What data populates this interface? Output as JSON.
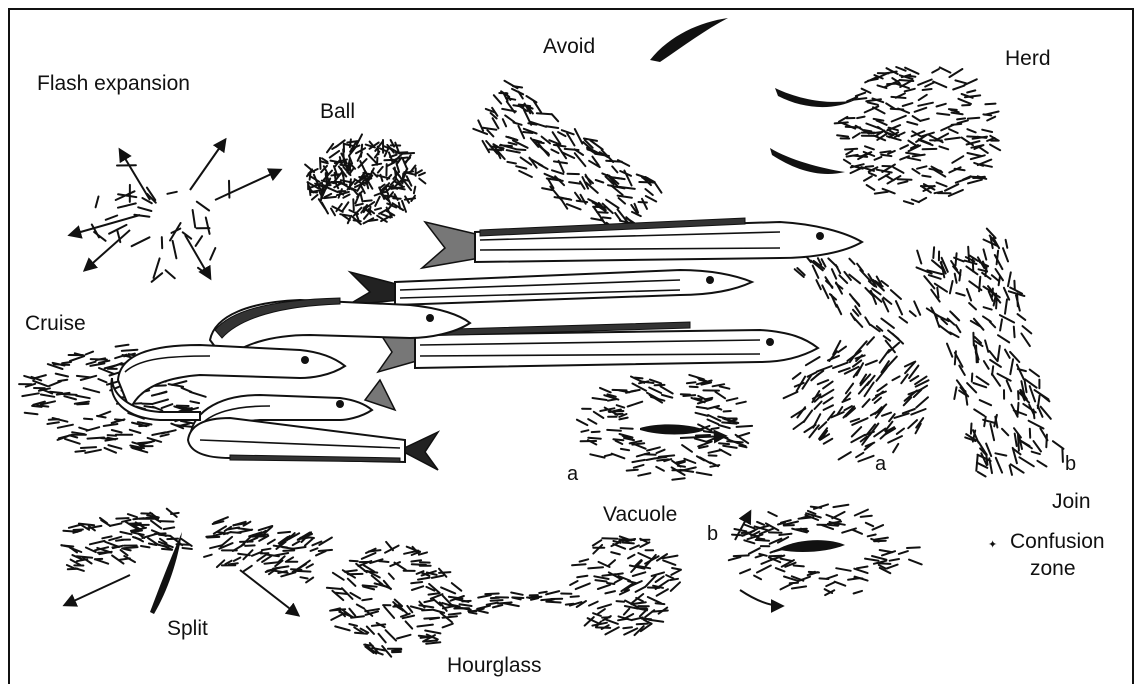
{
  "labels": {
    "flash_expansion": "Flash expansion",
    "ball": "Ball",
    "avoid": "Avoid",
    "herd": "Herd",
    "cruise": "Cruise",
    "vacuole": "Vacuole",
    "vacuole_a": "a",
    "vacuole_b": "b",
    "join_a": "a",
    "join_b": "b",
    "join": "Join",
    "confusion_marker": "✦",
    "confusion_line1": "Confusion",
    "confusion_line2": "zone",
    "split": "Split",
    "hourglass": "Hourglass"
  },
  "colors": {
    "ink": "#111111",
    "background": "#ffffff",
    "tail_grey": "#777777"
  }
}
